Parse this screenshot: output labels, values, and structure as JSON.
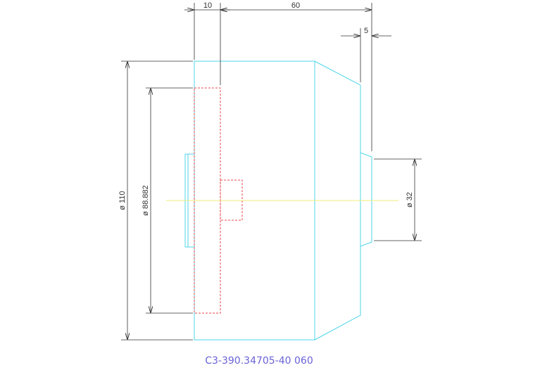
{
  "colors": {
    "outline": "#4fd6e8",
    "hidden": "#e8474c",
    "centerline": "#f0ec7a",
    "dimension": "#333333",
    "caption": "#6a63d6"
  },
  "dimensions": {
    "flange_width": "10",
    "overall_length": "60",
    "taper_step": "5",
    "outer_diameter": "ø 110",
    "bore_diameter": "ø 88.882",
    "spigot_diameter": "ø 32"
  },
  "caption": "C3-390.34705-40 060"
}
